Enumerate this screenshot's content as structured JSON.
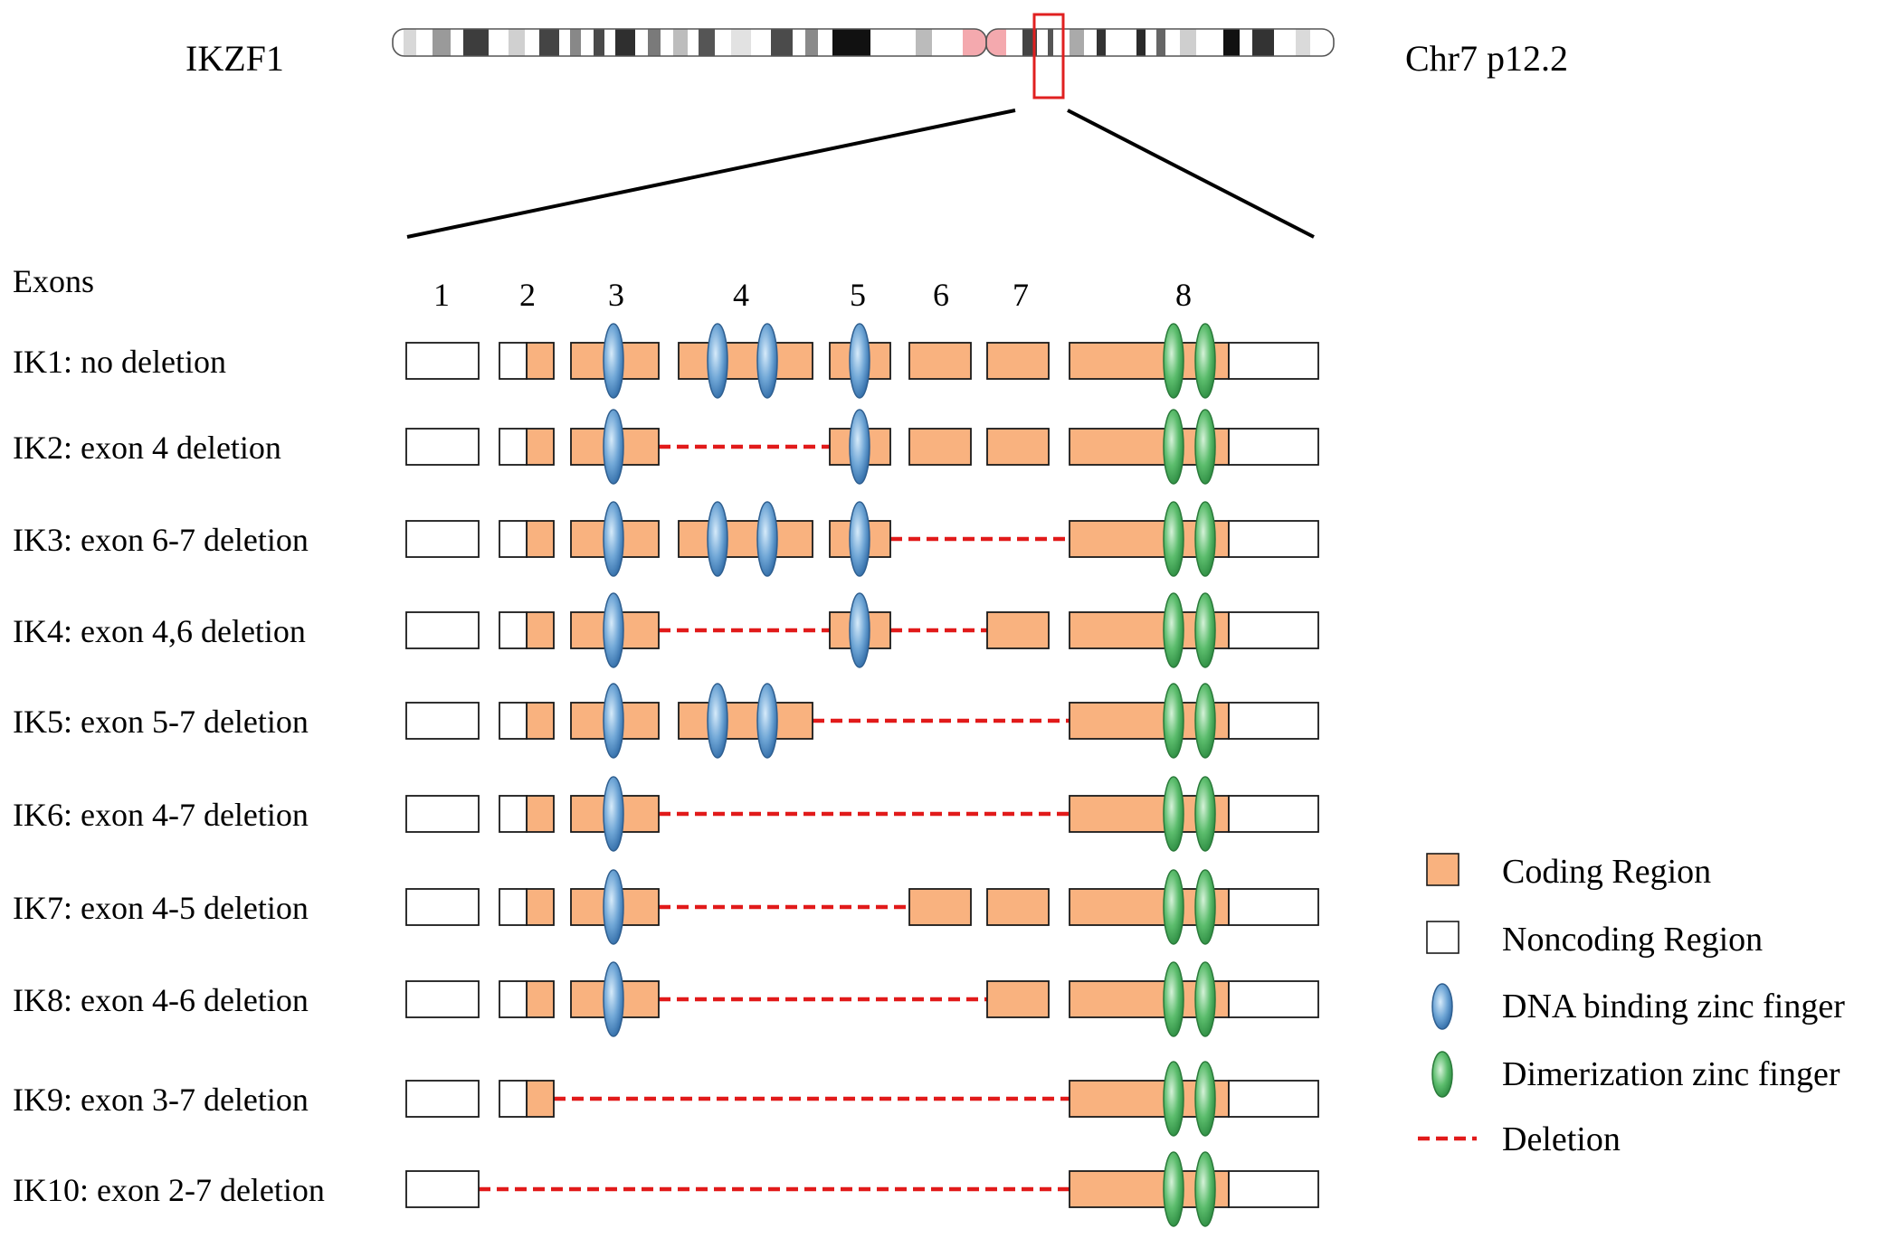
{
  "header": {
    "gene_label": "IKZF1",
    "locus_label": "Chr7 p12.2"
  },
  "exons_heading": "Exons",
  "exon_numbers": [
    "1",
    "2",
    "3",
    "4",
    "5",
    "6",
    "7",
    "8"
  ],
  "isoforms": [
    {
      "label": "IK1: no deletion",
      "deleted_exons": []
    },
    {
      "label": "IK2: exon 4 deletion",
      "deleted_exons": [
        4
      ]
    },
    {
      "label": "IK3: exon 6-7 deletion",
      "deleted_exons": [
        6,
        7
      ]
    },
    {
      "label": "IK4: exon 4,6 deletion",
      "deleted_exons": [
        4,
        6
      ]
    },
    {
      "label": "IK5: exon 5-7 deletion",
      "deleted_exons": [
        5,
        6,
        7
      ]
    },
    {
      "label": "IK6: exon 4-7 deletion",
      "deleted_exons": [
        4,
        5,
        6,
        7
      ]
    },
    {
      "label": "IK7: exon 4-5 deletion",
      "deleted_exons": [
        4,
        5
      ]
    },
    {
      "label": "IK8: exon 4-6 deletion",
      "deleted_exons": [
        4,
        5,
        6
      ]
    },
    {
      "label": "IK9: exon 3-7 deletion",
      "deleted_exons": [
        3,
        4,
        5,
        6,
        7
      ]
    },
    {
      "label": "IK10: exon 2-7 deletion",
      "deleted_exons": [
        2,
        3,
        4,
        5,
        6,
        7
      ]
    }
  ],
  "legend": {
    "coding": "Coding Region",
    "noncoding": "Noncoding Region",
    "dna_zf": "DNA binding zinc finger",
    "dim_zf": "Dimerization zinc finger",
    "deletion": "Deletion"
  },
  "colors": {
    "coding": "#F9B27F",
    "noncoding": "#FFFFFF",
    "outline": "#1A1A1A",
    "deletion": "#E11A1A",
    "dna_zinc_finger": "#4A86C0",
    "dimerization_zinc_finger": "#44A85A",
    "highlight_box": "#E02020",
    "centromere": "#F4A9AE"
  }
}
